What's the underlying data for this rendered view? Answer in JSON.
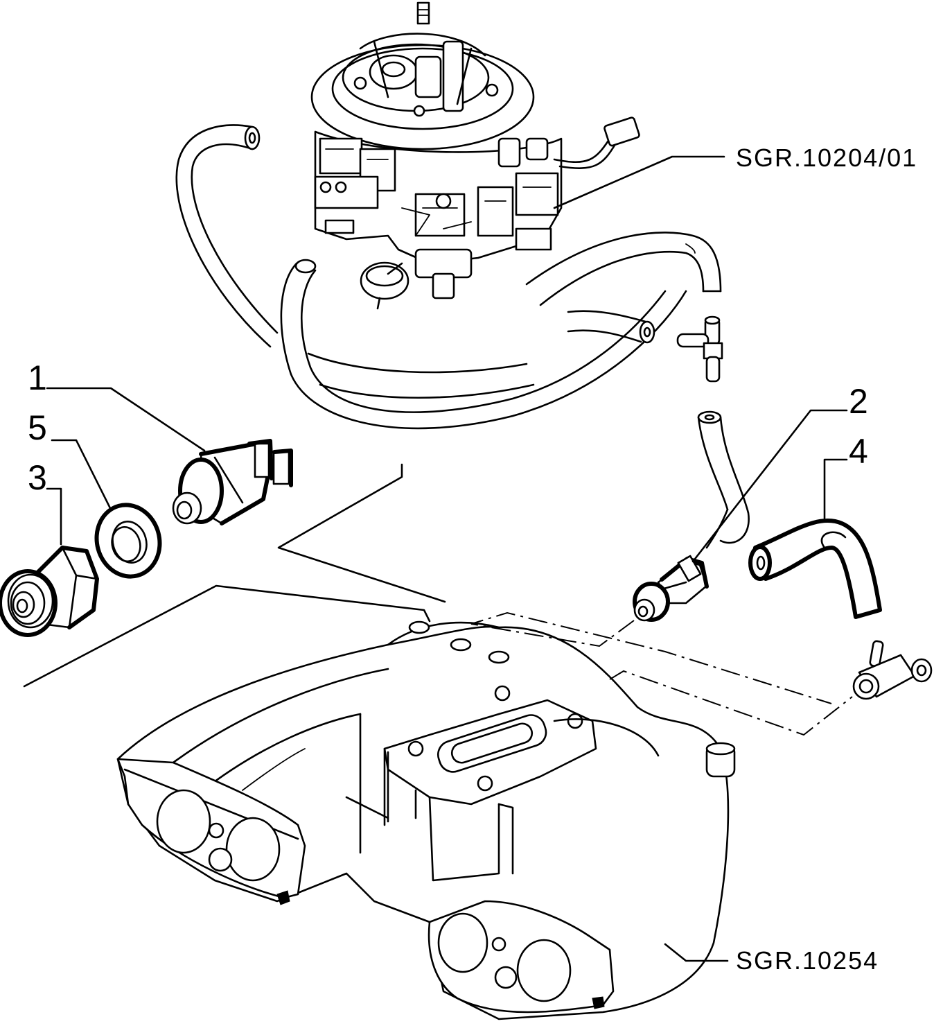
{
  "callouts": [
    {
      "id": "1",
      "text": "1"
    },
    {
      "id": "5",
      "text": "5"
    },
    {
      "id": "3",
      "text": "3"
    },
    {
      "id": "2",
      "text": "2"
    },
    {
      "id": "4",
      "text": "4"
    }
  ],
  "references": {
    "carburetor": "SGR.10204/01",
    "intake_manifold": "SGR.10254"
  }
}
